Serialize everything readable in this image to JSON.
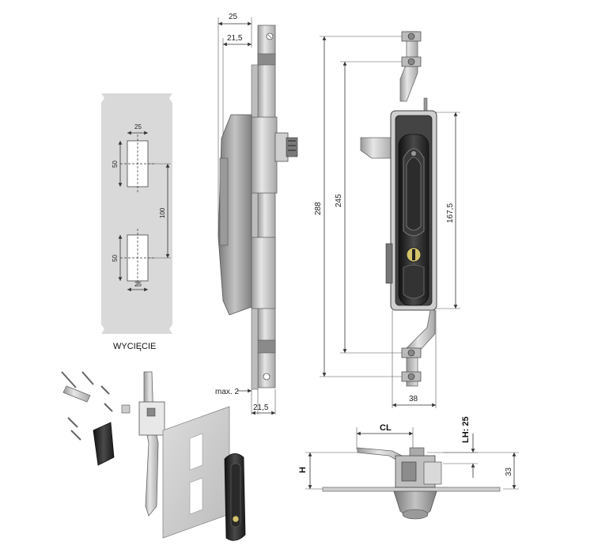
{
  "cutout": {
    "caption": "WYCIĘCIE",
    "slot_width_top": "25",
    "slot_height_top": "50",
    "slot_spacing": "100",
    "slot_height_bottom": "50",
    "slot_width_bottom": "25"
  },
  "side_view": {
    "total_depth": "25",
    "rod_offset_top": "21,5",
    "max_gap": "max. 2",
    "rod_offset_bottom": "21,5"
  },
  "front_view": {
    "overall_height": "288",
    "rod_hole_spacing": "245",
    "body_height": "167,5",
    "body_width": "38"
  },
  "bottom_view": {
    "cl_label": "CL",
    "lh_label": "LH: 25",
    "h_label": "H",
    "depth": "33"
  },
  "colors": {
    "panel": "#d8d8d8",
    "metal": "#c8c8c8",
    "handle": "#2a2a2a"
  }
}
